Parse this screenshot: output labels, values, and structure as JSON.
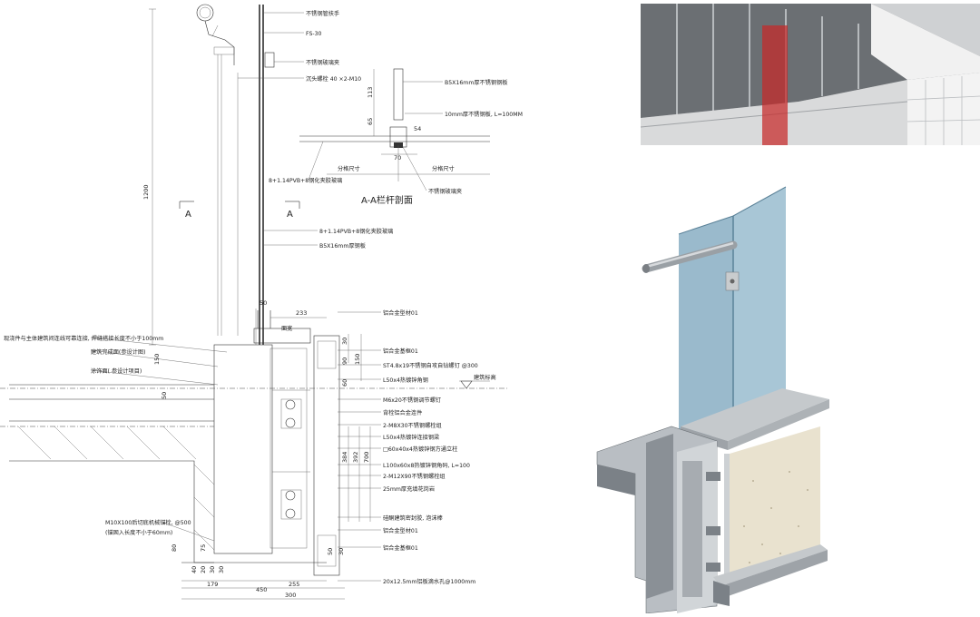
{
  "labels": {
    "top_right": [
      "不锈钢管扶手",
      "FS-30",
      "不锈钢玻璃夹",
      "沉头螺栓 40 ×2-M10"
    ],
    "section_aa": {
      "b1": "B5X16mm厚不锈钢钢板",
      "b2": "10mm厚不锈钢板, L=100MM",
      "glass": "8+1.14PVB+8钢化夹胶玻璃",
      "clip": "不锈钢玻璃夹",
      "title": "A-A栏杆剖面",
      "div_left": "分格尺寸",
      "div_right": "分格尺寸"
    },
    "mid_right": [
      "8+1.14PVB+8钢化夹胶玻璃",
      "B5X16mm厚钢板"
    ],
    "lower_right": [
      "铝合金型材01",
      "铝合金基框01",
      "ST4.8x19不锈钢自攻自钻螺钉 @300",
      "L50x4热镀锌角钢",
      "M6x20不锈钢调节螺钉",
      "背栓铝合金连件",
      "2-M8X30不锈钢螺栓组",
      "L50x4热镀锌连接钢梁",
      "□60x40x4热镀锌钢方通立柱",
      "L100x60x8热镀锌钢角码, L=100",
      "2-M12X90不锈钢螺栓组",
      "25mm厚充填花岗岩",
      "硅酮建筑密封胶, 泡沫棒",
      "铝合金型材01",
      "铝合金基框01",
      "20x12.5mm铝板滴水孔@1000mm"
    ],
    "left": [
      "现浇件与主体建筑间连线可靠连接, 焊缝搭接长度不小于100mm",
      "建筑完成面(参设计图)",
      "涂饰面( 参设计项目)"
    ],
    "bottom_left": [
      "M10X100后切底机械锚栓, @500",
      "(锚固入长度不小于60mm)"
    ],
    "section_marks": [
      "A",
      "A"
    ],
    "building_level": "建筑标高",
    "rangfeng": "面宽"
  },
  "dims": {
    "v1200": "1200",
    "v113": "113",
    "v65": "65",
    "h70": "70",
    "h54": "54",
    "h50": "50",
    "h233": "233",
    "v150": "150",
    "v50": "50",
    "v30": "30",
    "v90": "90",
    "v150b": "150",
    "v60": "60",
    "v384": "384",
    "v392": "392",
    "v700": "700",
    "v50b": "50",
    "v30b": "30",
    "v75": "75",
    "v80": "80",
    "v40": "40",
    "v20": "20",
    "v30c": "30",
    "v30d": "30",
    "h179": "179",
    "h255": "255",
    "h450": "450",
    "h300": "300"
  },
  "colors": {
    "glass": "#8fb3c7",
    "glass_edge": "#5b8298",
    "aluminum": "#b9bec3",
    "aluminum_dark": "#6d7378",
    "stone": "#e9e2cf",
    "red_band": "#c62828"
  }
}
